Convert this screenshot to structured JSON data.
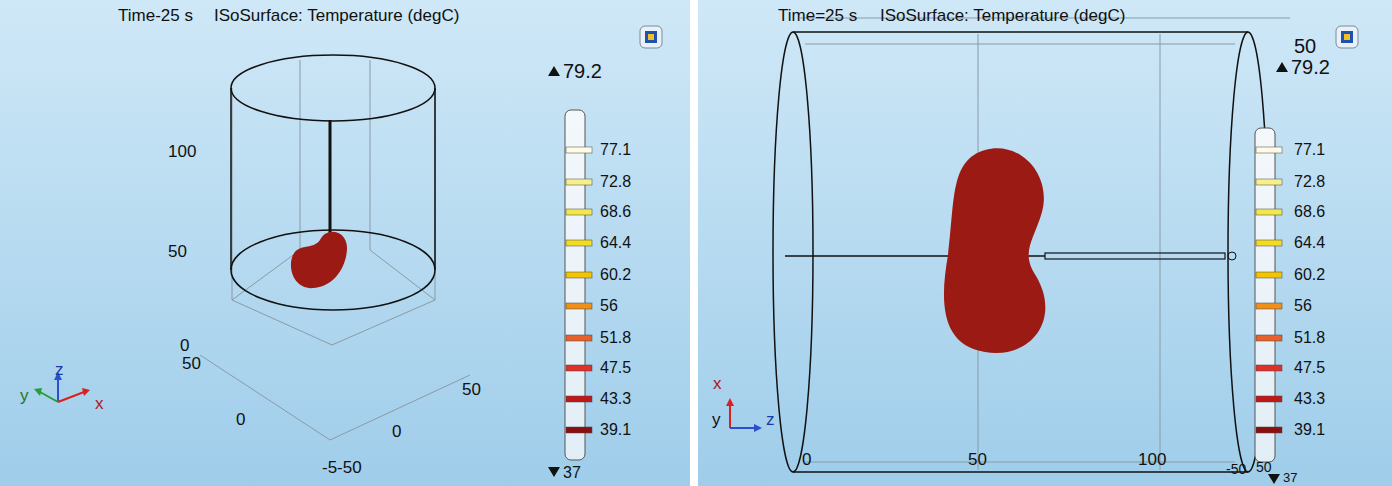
{
  "diagram": {
    "labels": [
      "Time-25 s",
      "ISoSurface: Temperature (degC)",
      "79.2",
      "77.1",
      "72.8",
      "68.6",
      "64.4",
      "60.2",
      "56",
      "51.8",
      "47.5",
      "43.3",
      "39.1",
      "37",
      "100",
      "50",
      "0",
      "50",
      "0",
      "50",
      "0",
      "-5-50",
      "z",
      "y",
      "x",
      "Time=25 s",
      "ISoSurface:  Temperature   (degC)",
      "50",
      "79.2",
      "77.1",
      "72.8",
      "68.6",
      "64.4",
      "60.2",
      "56",
      "51.8",
      "47.5",
      "43.3",
      "39.1",
      "0",
      "50",
      "100",
      "-50",
      "50",
      "37",
      "x",
      "y",
      "z"
    ]
  }
}
